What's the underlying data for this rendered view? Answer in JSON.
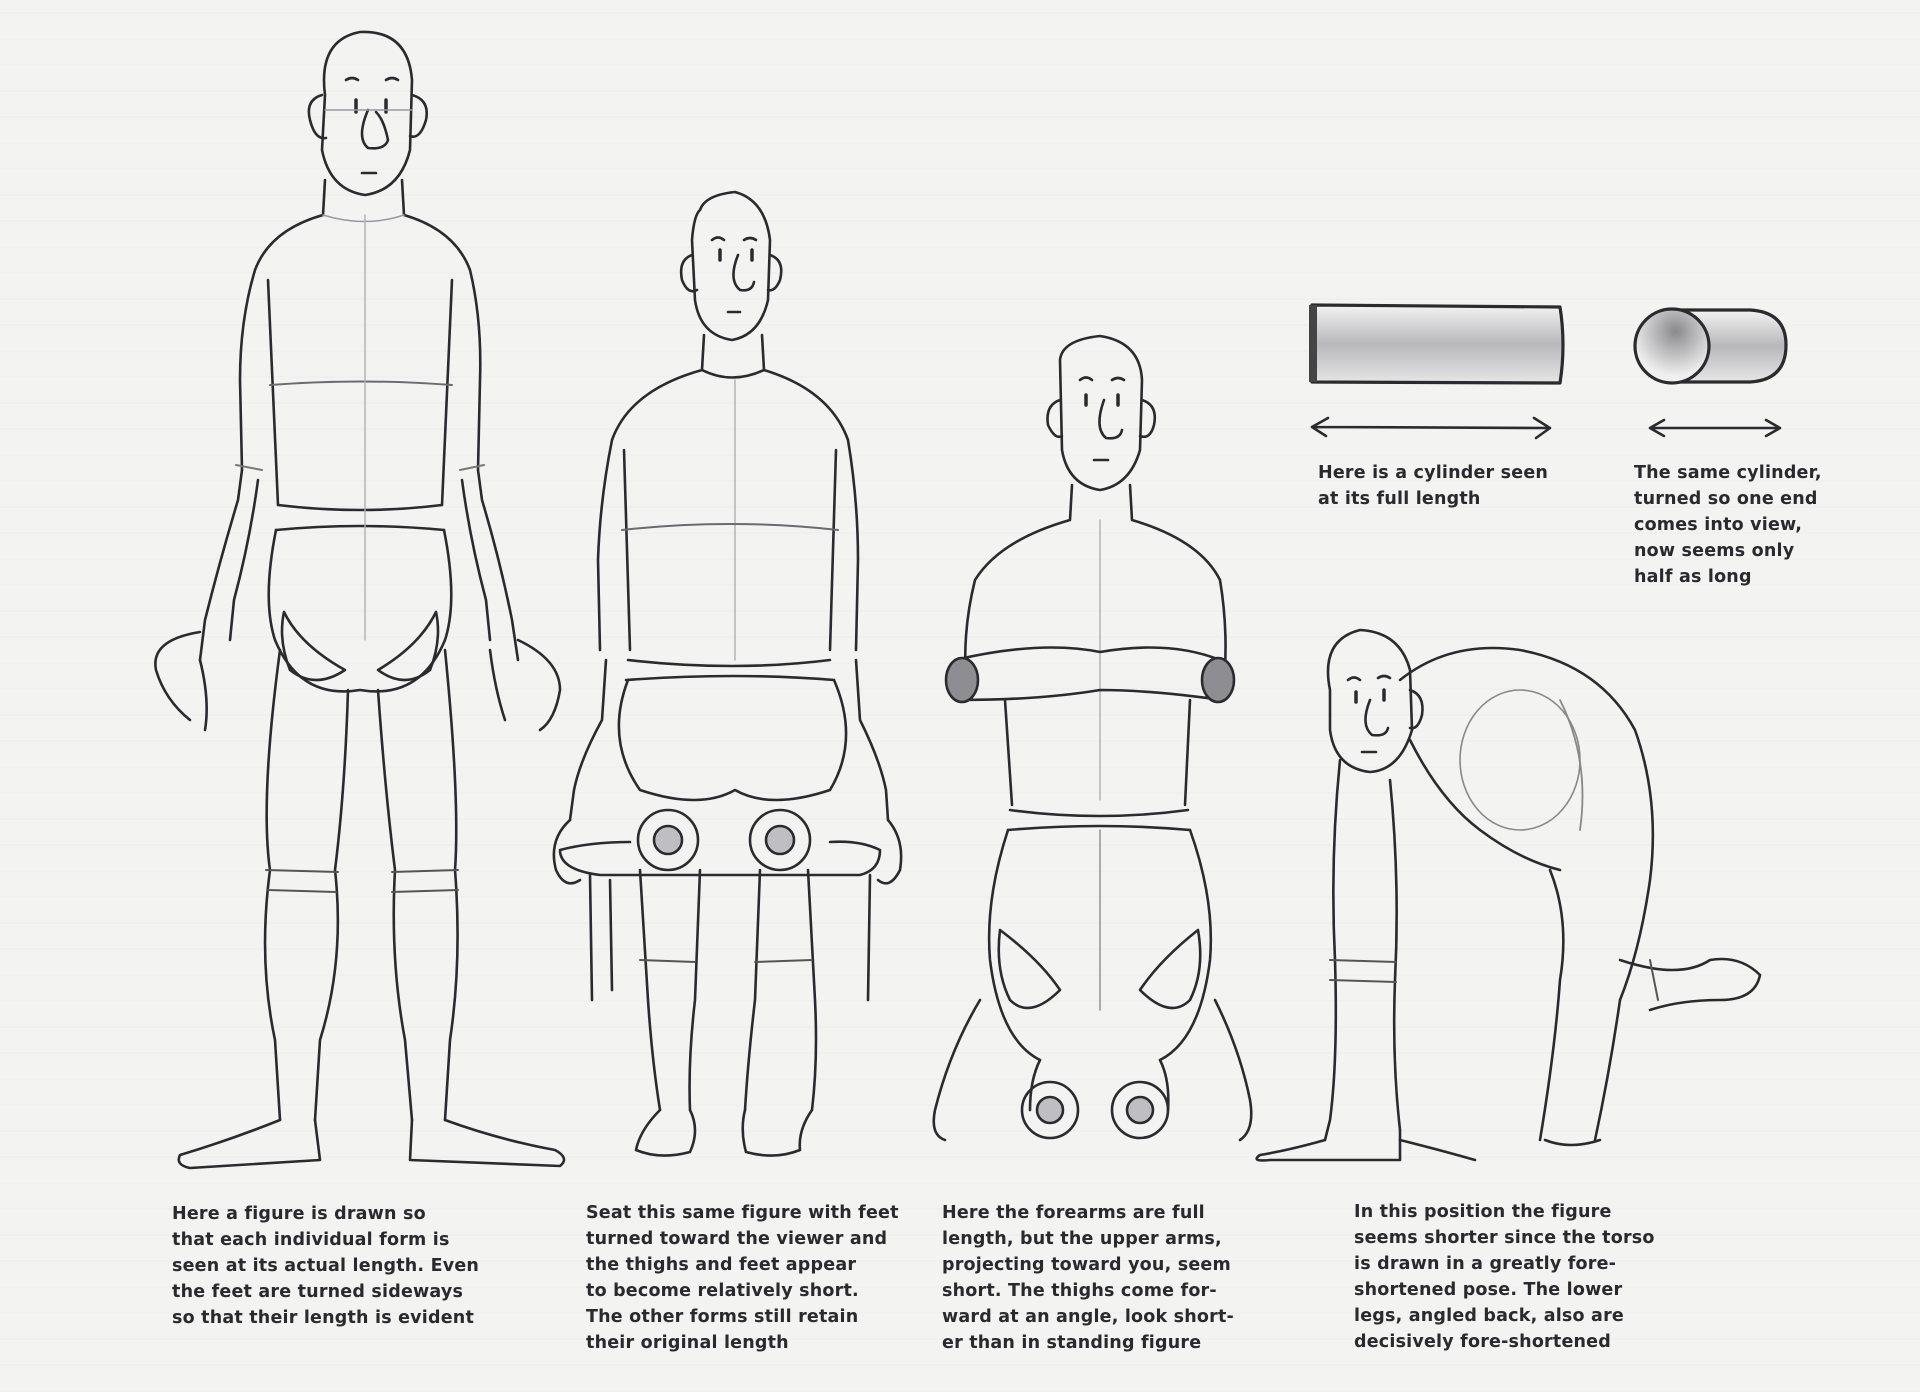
{
  "page": {
    "type": "illustrated book page",
    "background_color": "#f3f3f2",
    "ink_color": "#2a2a2e"
  },
  "figures": [
    {
      "id": "standing-figure",
      "caption_lines": [
        "Here a figure is drawn so",
        "that each individual form is",
        "seen at its actual length. Even",
        "the feet are turned sideways",
        "so that their length is evident"
      ]
    },
    {
      "id": "seated-figure",
      "caption_lines": [
        "Seat this same figure with feet",
        "turned toward the viewer and",
        "the thighs and feet appear",
        "to become relatively short.",
        "The other forms still retain",
        "their original length"
      ]
    },
    {
      "id": "arms-crossed-figure",
      "caption_lines": [
        "Here the forearms are full",
        "length, but the upper arms,",
        "projecting toward you, seem",
        "short. The thighs come for-",
        "ward at an angle, look short-",
        "er than in standing figure"
      ]
    },
    {
      "id": "crouching-figure",
      "caption_lines": [
        "In this position the figure",
        "seems shorter since the torso",
        "is drawn in a greatly fore-",
        "shortened pose. The lower",
        "legs, angled back, also are",
        "decisively fore-shortened"
      ]
    },
    {
      "id": "cylinder-full-length",
      "caption_lines": [
        "Here is a cylinder seen",
        "at its full length"
      ]
    },
    {
      "id": "cylinder-turned",
      "caption_lines": [
        "The same cylinder,",
        "turned so one end",
        "comes into view,",
        "now seems only",
        "half as long"
      ]
    }
  ]
}
